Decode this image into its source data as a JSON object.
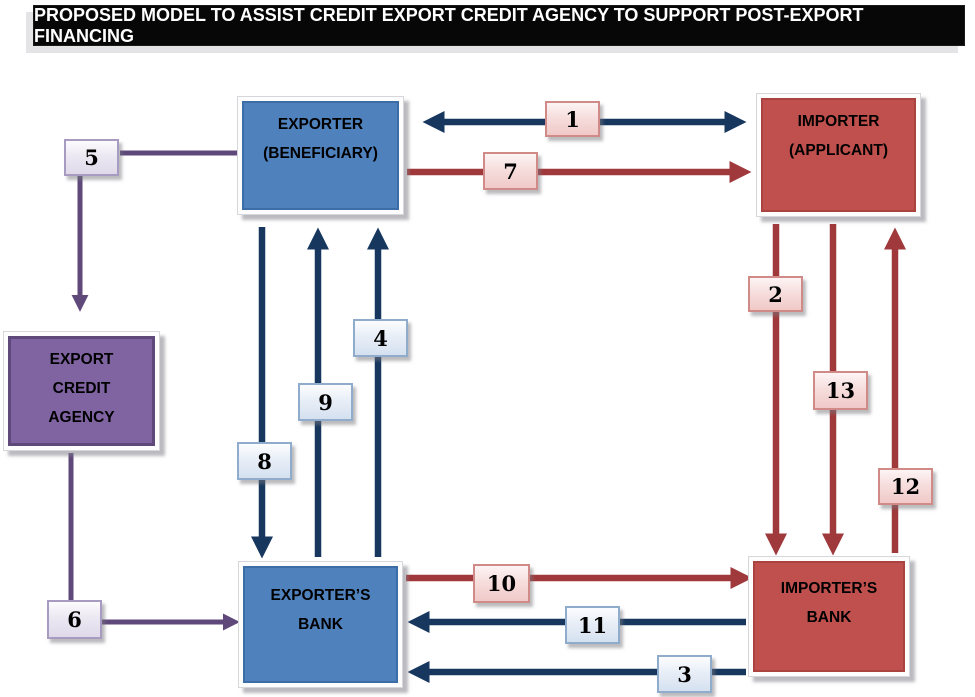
{
  "title": "PROPOSED MODEL TO ASSIST CREDIT EXPORT CREDIT AGENCY TO SUPPORT POST-EXPORT FINANCING",
  "nodes": {
    "exporter": {
      "lines": [
        "EXPORTER",
        "(BENEFICIARY)"
      ]
    },
    "importer": {
      "lines": [
        "IMPORTER",
        "(APPLICANT)"
      ]
    },
    "export_credit_agency": {
      "lines": [
        "EXPORT",
        "CREDIT",
        "AGENCY"
      ]
    },
    "exporters_bank": {
      "lines": [
        "EXPORTER’S",
        "BANK"
      ]
    },
    "importers_bank": {
      "lines": [
        "IMPORTER’S",
        "BANK"
      ]
    }
  },
  "steps": {
    "s1": "1",
    "s2": "2",
    "s3": "3",
    "s4": "4",
    "s5": "5",
    "s6": "6",
    "s7": "7",
    "s8": "8",
    "s9": "9",
    "s10": "10",
    "s11": "11",
    "s12": "12",
    "s13": "13"
  },
  "edges": [
    {
      "step": "1",
      "from": "importer",
      "to": "exporter",
      "color": "navy",
      "bidirectional": true
    },
    {
      "step": "7",
      "from": "exporter",
      "to": "importer",
      "color": "red",
      "bidirectional": false
    },
    {
      "step": "2",
      "from": "importer",
      "to": "importers_bank",
      "color": "red",
      "bidirectional": false
    },
    {
      "step": "13",
      "from": "importer",
      "to": "importers_bank",
      "color": "red",
      "bidirectional": false
    },
    {
      "step": "12",
      "from": "importers_bank",
      "to": "importer",
      "color": "red",
      "bidirectional": false
    },
    {
      "step": "8",
      "from": "exporter",
      "to": "exporters_bank",
      "color": "navy",
      "bidirectional": false
    },
    {
      "step": "9",
      "from": "exporters_bank",
      "to": "exporter",
      "color": "navy",
      "bidirectional": false
    },
    {
      "step": "4",
      "from": "exporters_bank",
      "to": "exporter",
      "color": "navy",
      "bidirectional": false
    },
    {
      "step": "10",
      "from": "exporters_bank",
      "to": "importers_bank",
      "color": "red",
      "bidirectional": false
    },
    {
      "step": "11",
      "from": "importers_bank",
      "to": "exporters_bank",
      "color": "navy",
      "bidirectional": false
    },
    {
      "step": "3",
      "from": "importers_bank",
      "to": "exporters_bank",
      "color": "navy",
      "bidirectional": false
    },
    {
      "step": "5",
      "from": "exporter",
      "to": "export_credit_agency",
      "color": "purple",
      "bidirectional": false
    },
    {
      "step": "6",
      "from": "export_credit_agency",
      "to": "exporters_bank",
      "color": "purple",
      "bidirectional": false
    }
  ],
  "colors": {
    "navy_arrow": "#17375E",
    "red_arrow": "#A0393B",
    "purple_arrow": "#5F497A",
    "blue_node_fill": "#4F81BD",
    "red_node_fill": "#C0504D",
    "purple_node_fill": "#8064A2",
    "pink_label_border": "#D08A88",
    "blue_label_border": "#8FACCD",
    "lavender_label_border": "#A89BC1",
    "title_bg": "#070707",
    "title_text": "#FFFFFF"
  }
}
